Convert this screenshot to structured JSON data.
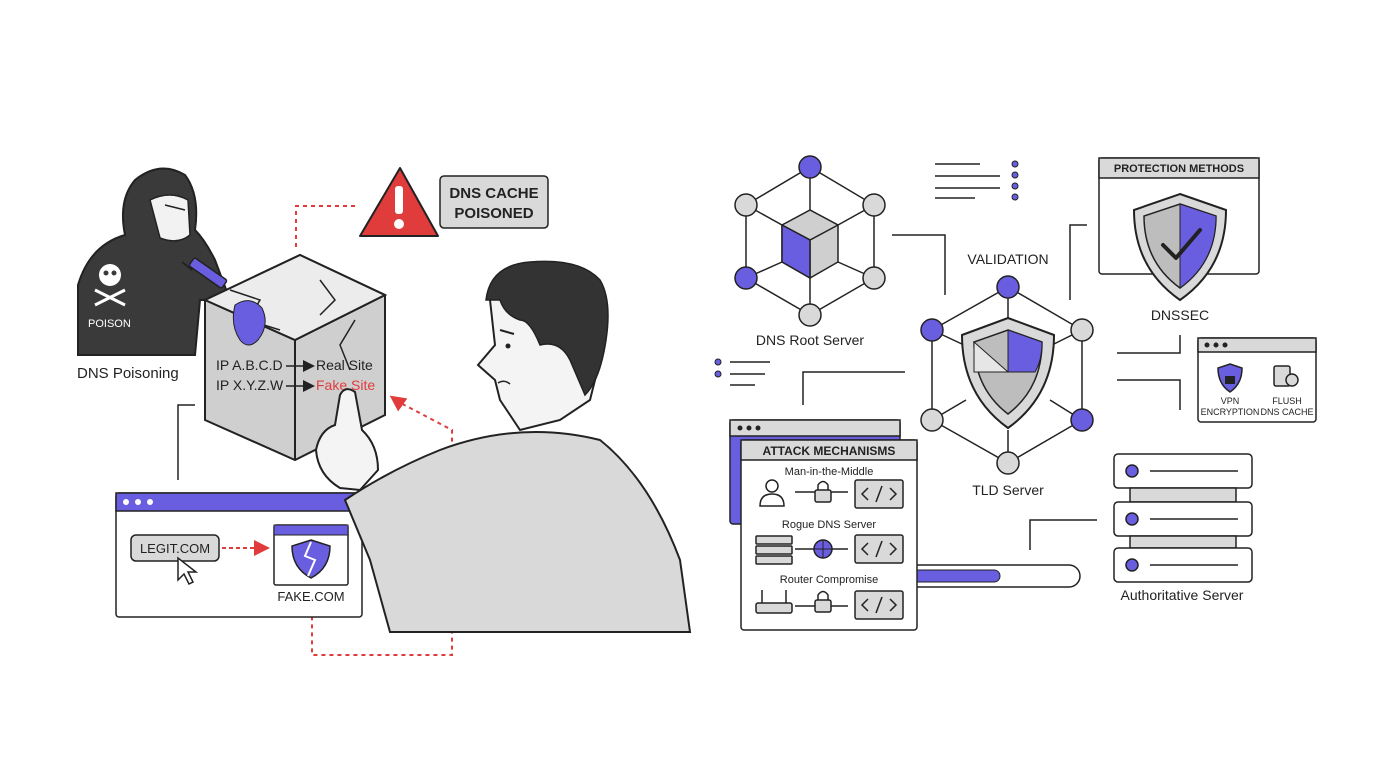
{
  "left": {
    "hacker_label": "DNS Poisoning",
    "poison_text": "POISON",
    "alert_line1": "DNS CACHE",
    "alert_line2": "POISONED",
    "cache_rows": [
      {
        "ip": "IP A.B.C.D",
        "target": "Real Site"
      },
      {
        "ip": "IP X.Y.Z.W",
        "target": "Fake Site"
      }
    ],
    "legit_domain": "LEGIT.COM",
    "fake_domain": "FAKE.COM"
  },
  "right": {
    "root_label": "DNS Root Server",
    "validation_label": "VALIDATION",
    "tld_label": "TLD Server",
    "protection_title": "PROTECTION METHODS",
    "dnssec_label": "DNSSEC",
    "vpn_label_1": "VPN",
    "vpn_label_2": "ENCRYPTION",
    "flush_label_1": "FLUSH",
    "flush_label_2": "DNS CACHE",
    "attack_title": "ATTACK MECHANISMS",
    "attacks": [
      "Man-in-the-Middle",
      "Rogue DNS Server",
      "Router Compromise"
    ],
    "auth_label": "Authoritative Server"
  },
  "colors": {
    "accent": "#6a5ee0",
    "alert": "#e03c3c",
    "hood": "#3a3a3a",
    "gray": "#d9d9d9"
  }
}
